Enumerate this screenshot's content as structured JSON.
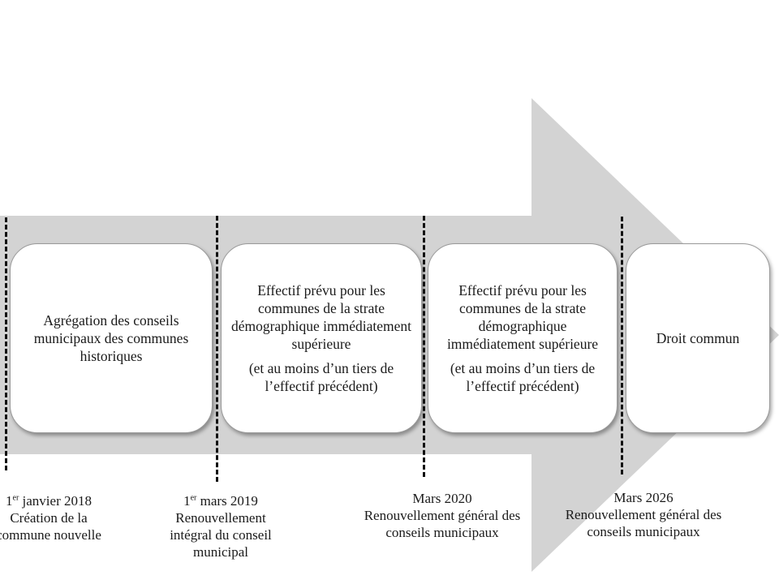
{
  "colors": {
    "arrow": "#d3d3d3",
    "box_fill": "#ffffff",
    "dash": "#111111"
  },
  "phases": [
    {
      "lines": [
        "Agrégation des conseils municipaux des communes historiques"
      ]
    },
    {
      "lines": [
        "Effectif prévu pour les communes de la strate démographique immédiatement supérieure",
        "(et au moins d’un tiers de l’effectif précédent)"
      ]
    },
    {
      "lines": [
        "Effectif prévu pour les communes de la strate démographique immédiatement supérieure",
        "(et au moins d’un tiers de l’effectif précédent)"
      ]
    },
    {
      "lines": [
        "Droit commun"
      ]
    }
  ],
  "milestones": [
    {
      "date_num": "1",
      "date_sup": "er",
      "date_rest": " janvier 2018",
      "desc": "Création de la commune nouvelle"
    },
    {
      "date_num": "1",
      "date_sup": "er",
      "date_rest": " mars 2019",
      "desc": "Renouvellement intégral du conseil municipal"
    },
    {
      "date_num": "",
      "date_sup": "",
      "date_rest": "Mars 2020",
      "desc": "Renouvellement général des conseils municipaux"
    },
    {
      "date_num": "",
      "date_sup": "",
      "date_rest": "Mars 2026",
      "desc": "Renouvellement général des conseils municipaux"
    }
  ]
}
